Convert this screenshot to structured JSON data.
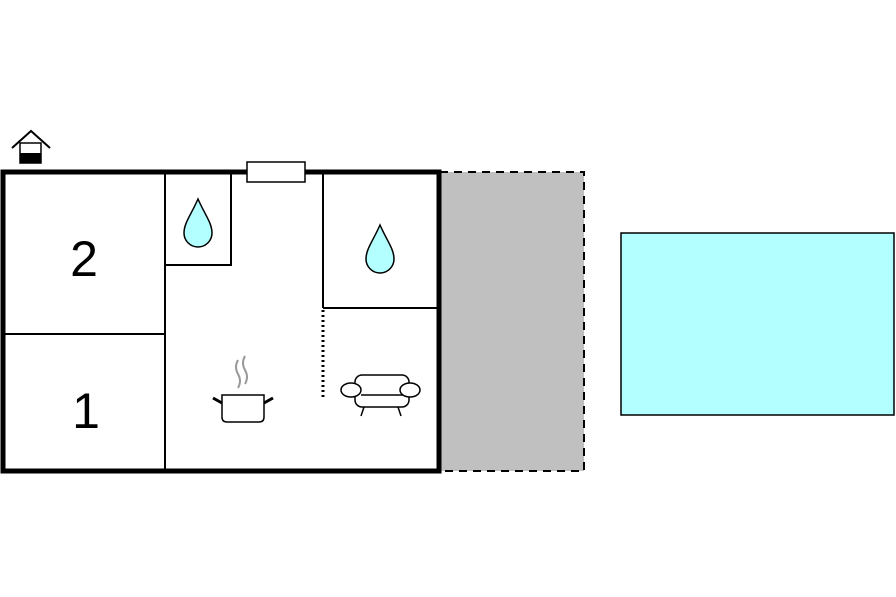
{
  "floor_plan": {
    "rooms": [
      {
        "id": "bedroom-2",
        "type": "bedroom",
        "label": "2"
      },
      {
        "id": "bedroom-1",
        "type": "bedroom",
        "label": "1"
      },
      {
        "id": "bathroom-small",
        "type": "bathroom",
        "icon": "water-drop-icon"
      },
      {
        "id": "bathroom-large",
        "type": "bathroom",
        "icon": "water-drop-icon"
      },
      {
        "id": "kitchen",
        "type": "kitchen",
        "icon": "cooking-pot-icon"
      },
      {
        "id": "living-room",
        "type": "living-room",
        "icon": "sofa-icon"
      }
    ],
    "features": [
      {
        "id": "entrance",
        "icon": "house-entrance-icon"
      },
      {
        "id": "window",
        "icon": "window-icon"
      },
      {
        "id": "partition",
        "style": "dashed"
      },
      {
        "id": "terrace",
        "style": "dashed-outline"
      },
      {
        "id": "pool",
        "type": "swimming-pool"
      }
    ],
    "colors": {
      "walls": "#000000",
      "water": "#b3ffff",
      "terrace": "#c0c0c0",
      "pool": "#b3ffff",
      "steam": "#999999"
    }
  }
}
